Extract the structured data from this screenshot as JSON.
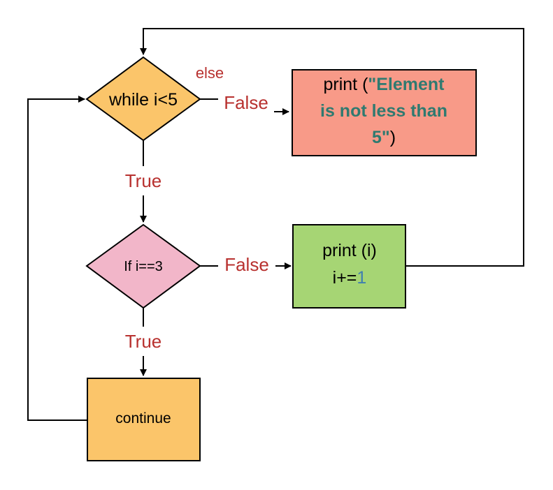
{
  "diagram": {
    "while_node": {
      "text": "while i<5",
      "fill": "#fbc56a"
    },
    "else_label": "else",
    "while_false_label": "False",
    "print_element_node": {
      "prefix": "print (",
      "string_line1": "\"Element",
      "string_line2": "is not less than",
      "string_line3": "5\"",
      "suffix": ")",
      "fill": "#f89a88",
      "string_color": "#2f7a70"
    },
    "while_true_label": "True",
    "if_node": {
      "text": "If i==3",
      "fill": "#f2b6c9"
    },
    "if_false_label": "False",
    "print_i_node": {
      "line1": "print (i)",
      "line2_prefix": "i+=",
      "line2_number": "1",
      "fill": "#a6d574",
      "number_color": "#3f7fb0"
    },
    "if_true_label": "True",
    "continue_node": {
      "text": "continue",
      "fill": "#fbc56a"
    },
    "label_color": "#b8312f",
    "line_color": "#000000"
  }
}
